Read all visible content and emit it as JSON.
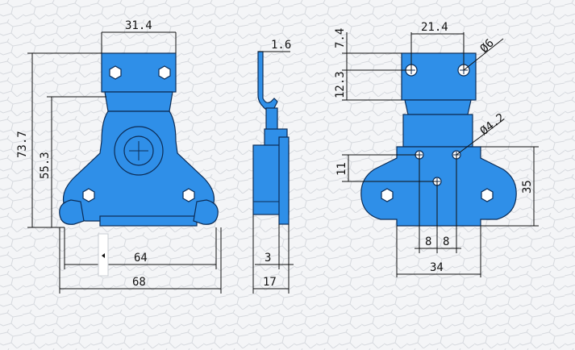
{
  "front_view": {
    "width_top": "31.4",
    "height_total": "73.7",
    "height_body": "55.3",
    "width_holes": "64",
    "width_overall": "68"
  },
  "side_view": {
    "thickness_hook": "1.6",
    "thickness_plate": "3",
    "depth_overall": "17"
  },
  "back_view": {
    "hole_spacing_top": "21.4",
    "hole_dia_top": "Ø6",
    "offset_top": "7.4",
    "height_top": "12.3",
    "hole_dia_bottom": "Ø4.2",
    "height_lower": "11",
    "height_base": "35",
    "spacing_left": "8",
    "spacing_right": "8",
    "width_base": "34"
  },
  "colors": {
    "part_fill": "#2f8fe8",
    "part_outline": "#0c2c55",
    "background": "#f4f5f7"
  }
}
